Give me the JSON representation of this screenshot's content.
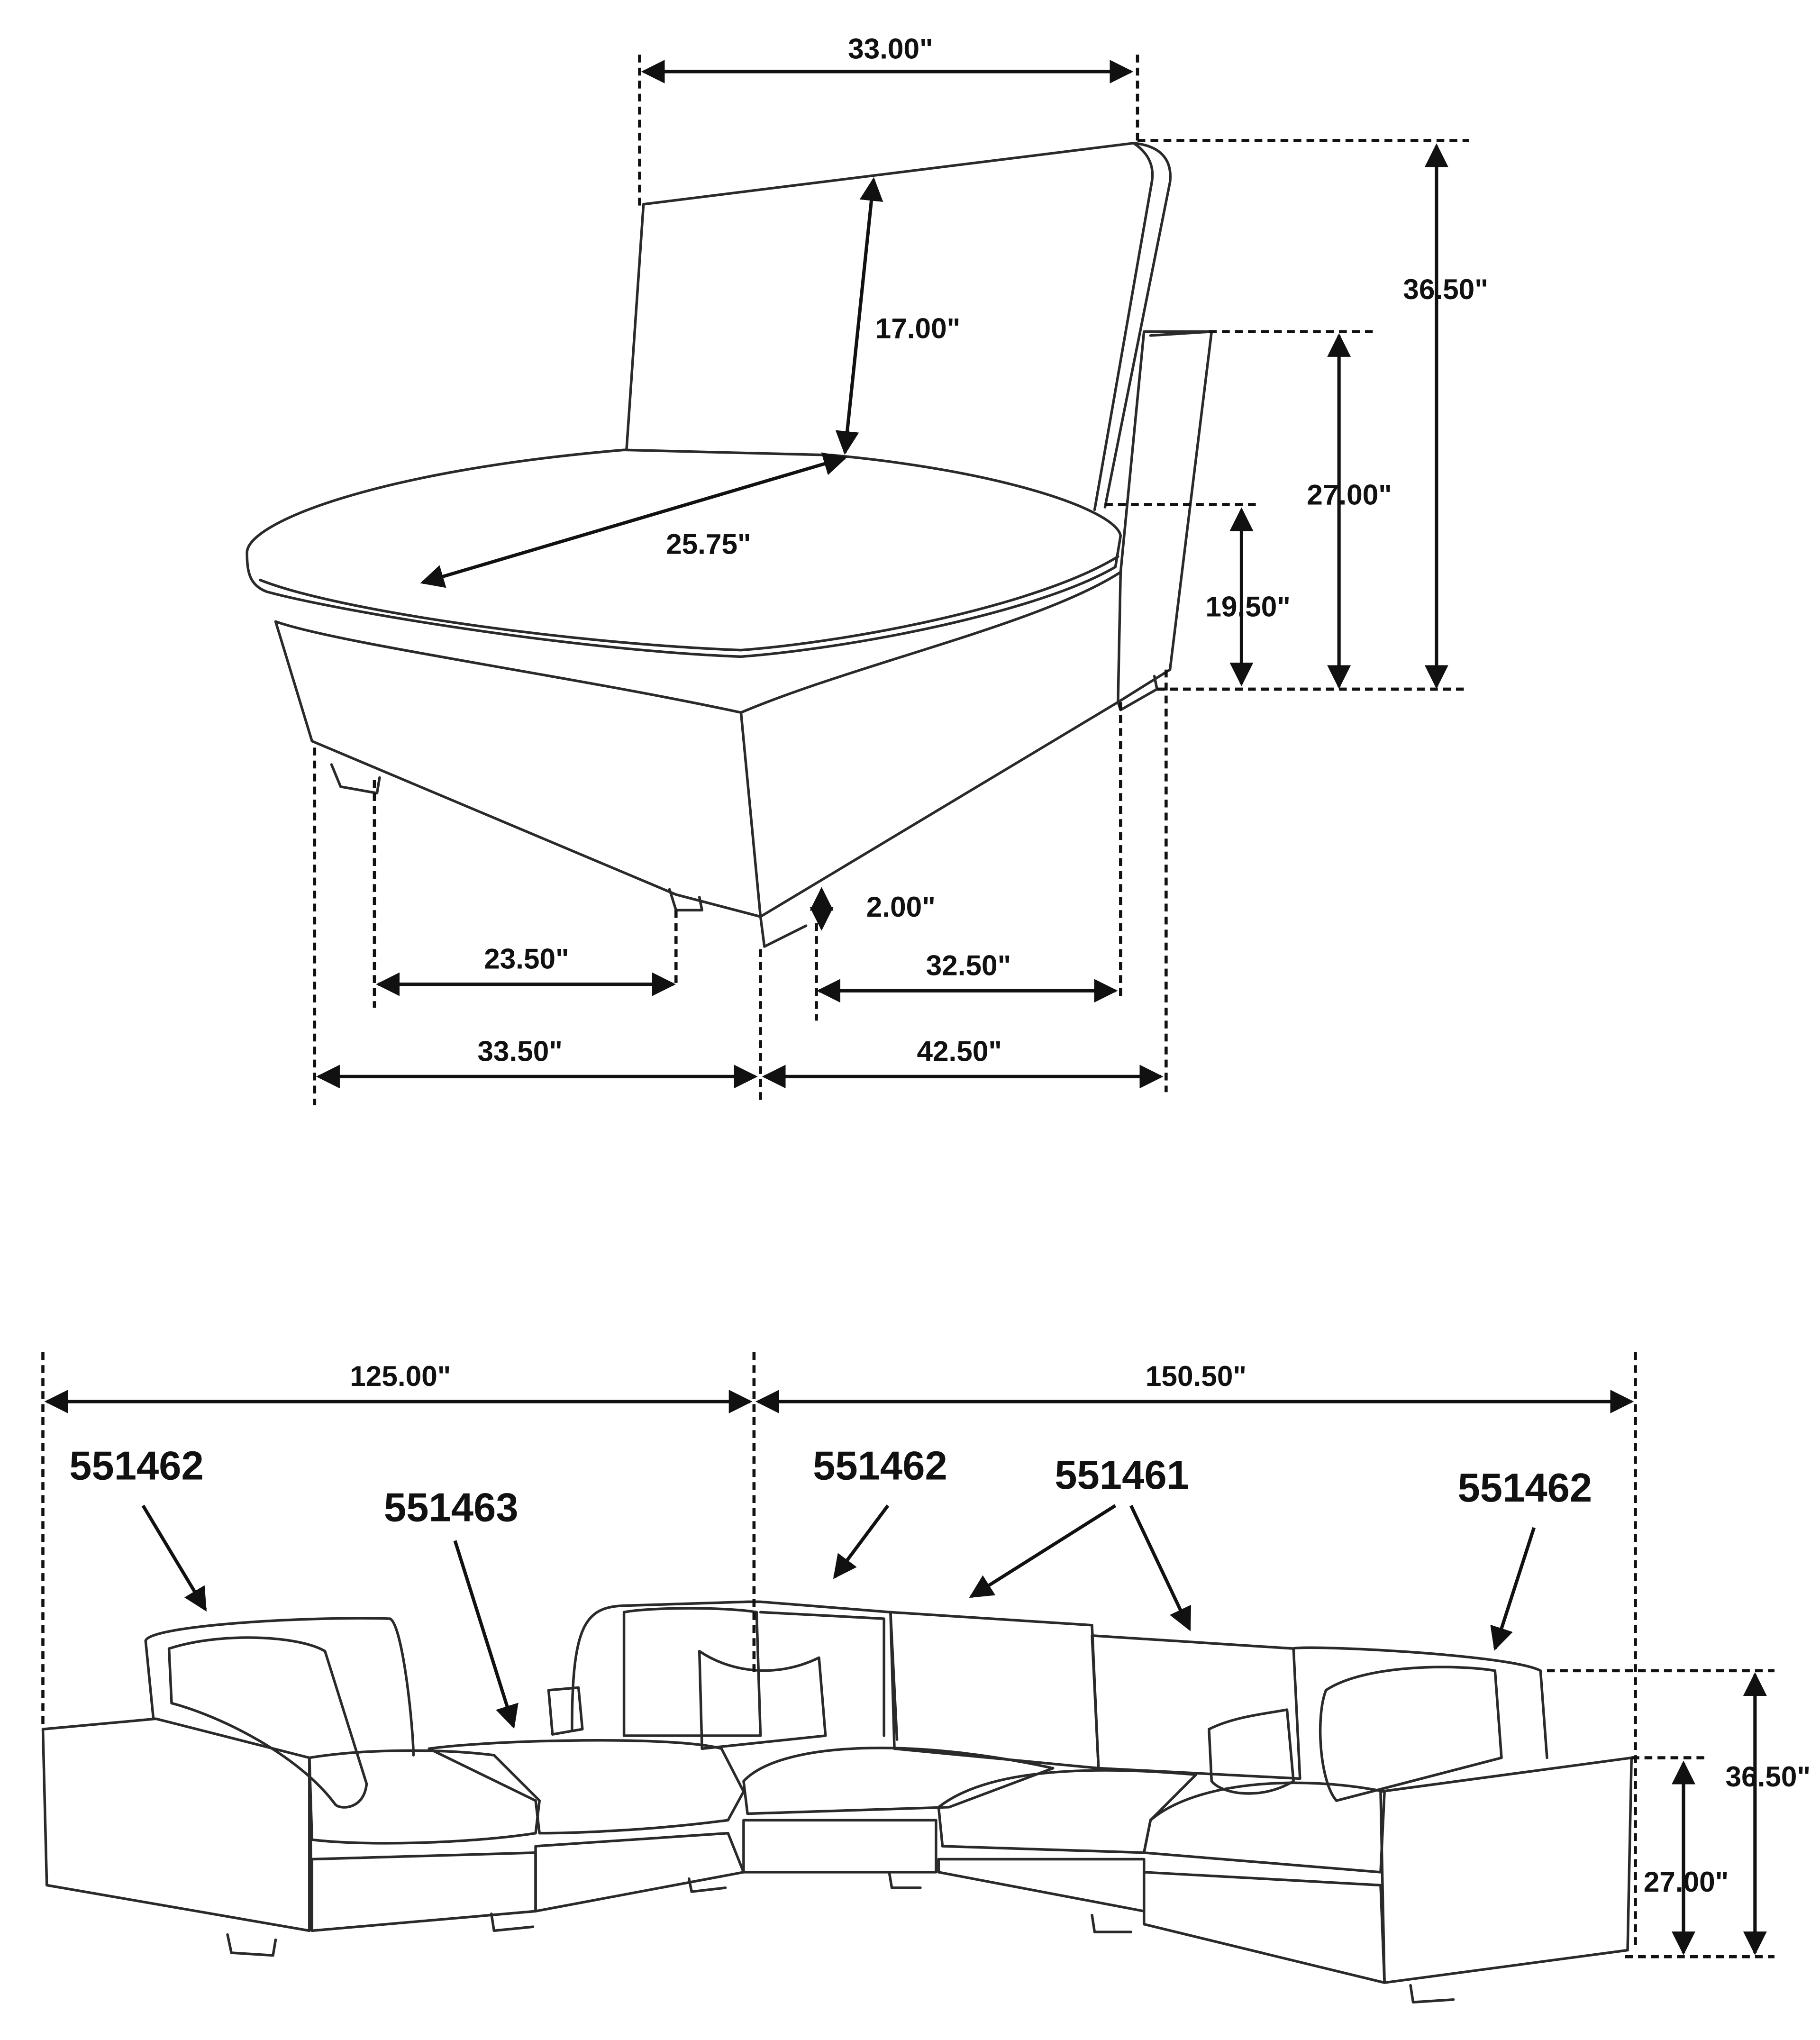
{
  "chair": {
    "width_top": "33.00\"",
    "overall_height": "36.50\"",
    "back_height": "17.00\"",
    "arm_height": "27.00\"",
    "seat_depth": "25.75\"",
    "seat_height": "19.50\"",
    "leg_height": "2.00\"",
    "inner_width": "23.50\"",
    "inner_depth": "32.50\"",
    "width_bottom": "33.50\"",
    "depth_bottom": "42.50\""
  },
  "sectional": {
    "left_length": "125.00\"",
    "right_length": "150.50\"",
    "overall_height": "36.50\"",
    "arm_height": "27.00\"",
    "models": [
      "551462",
      "551463",
      "551462",
      "551461",
      "551462"
    ]
  },
  "colors": {
    "line": "#2a2a2a",
    "background": "#ffffff"
  }
}
